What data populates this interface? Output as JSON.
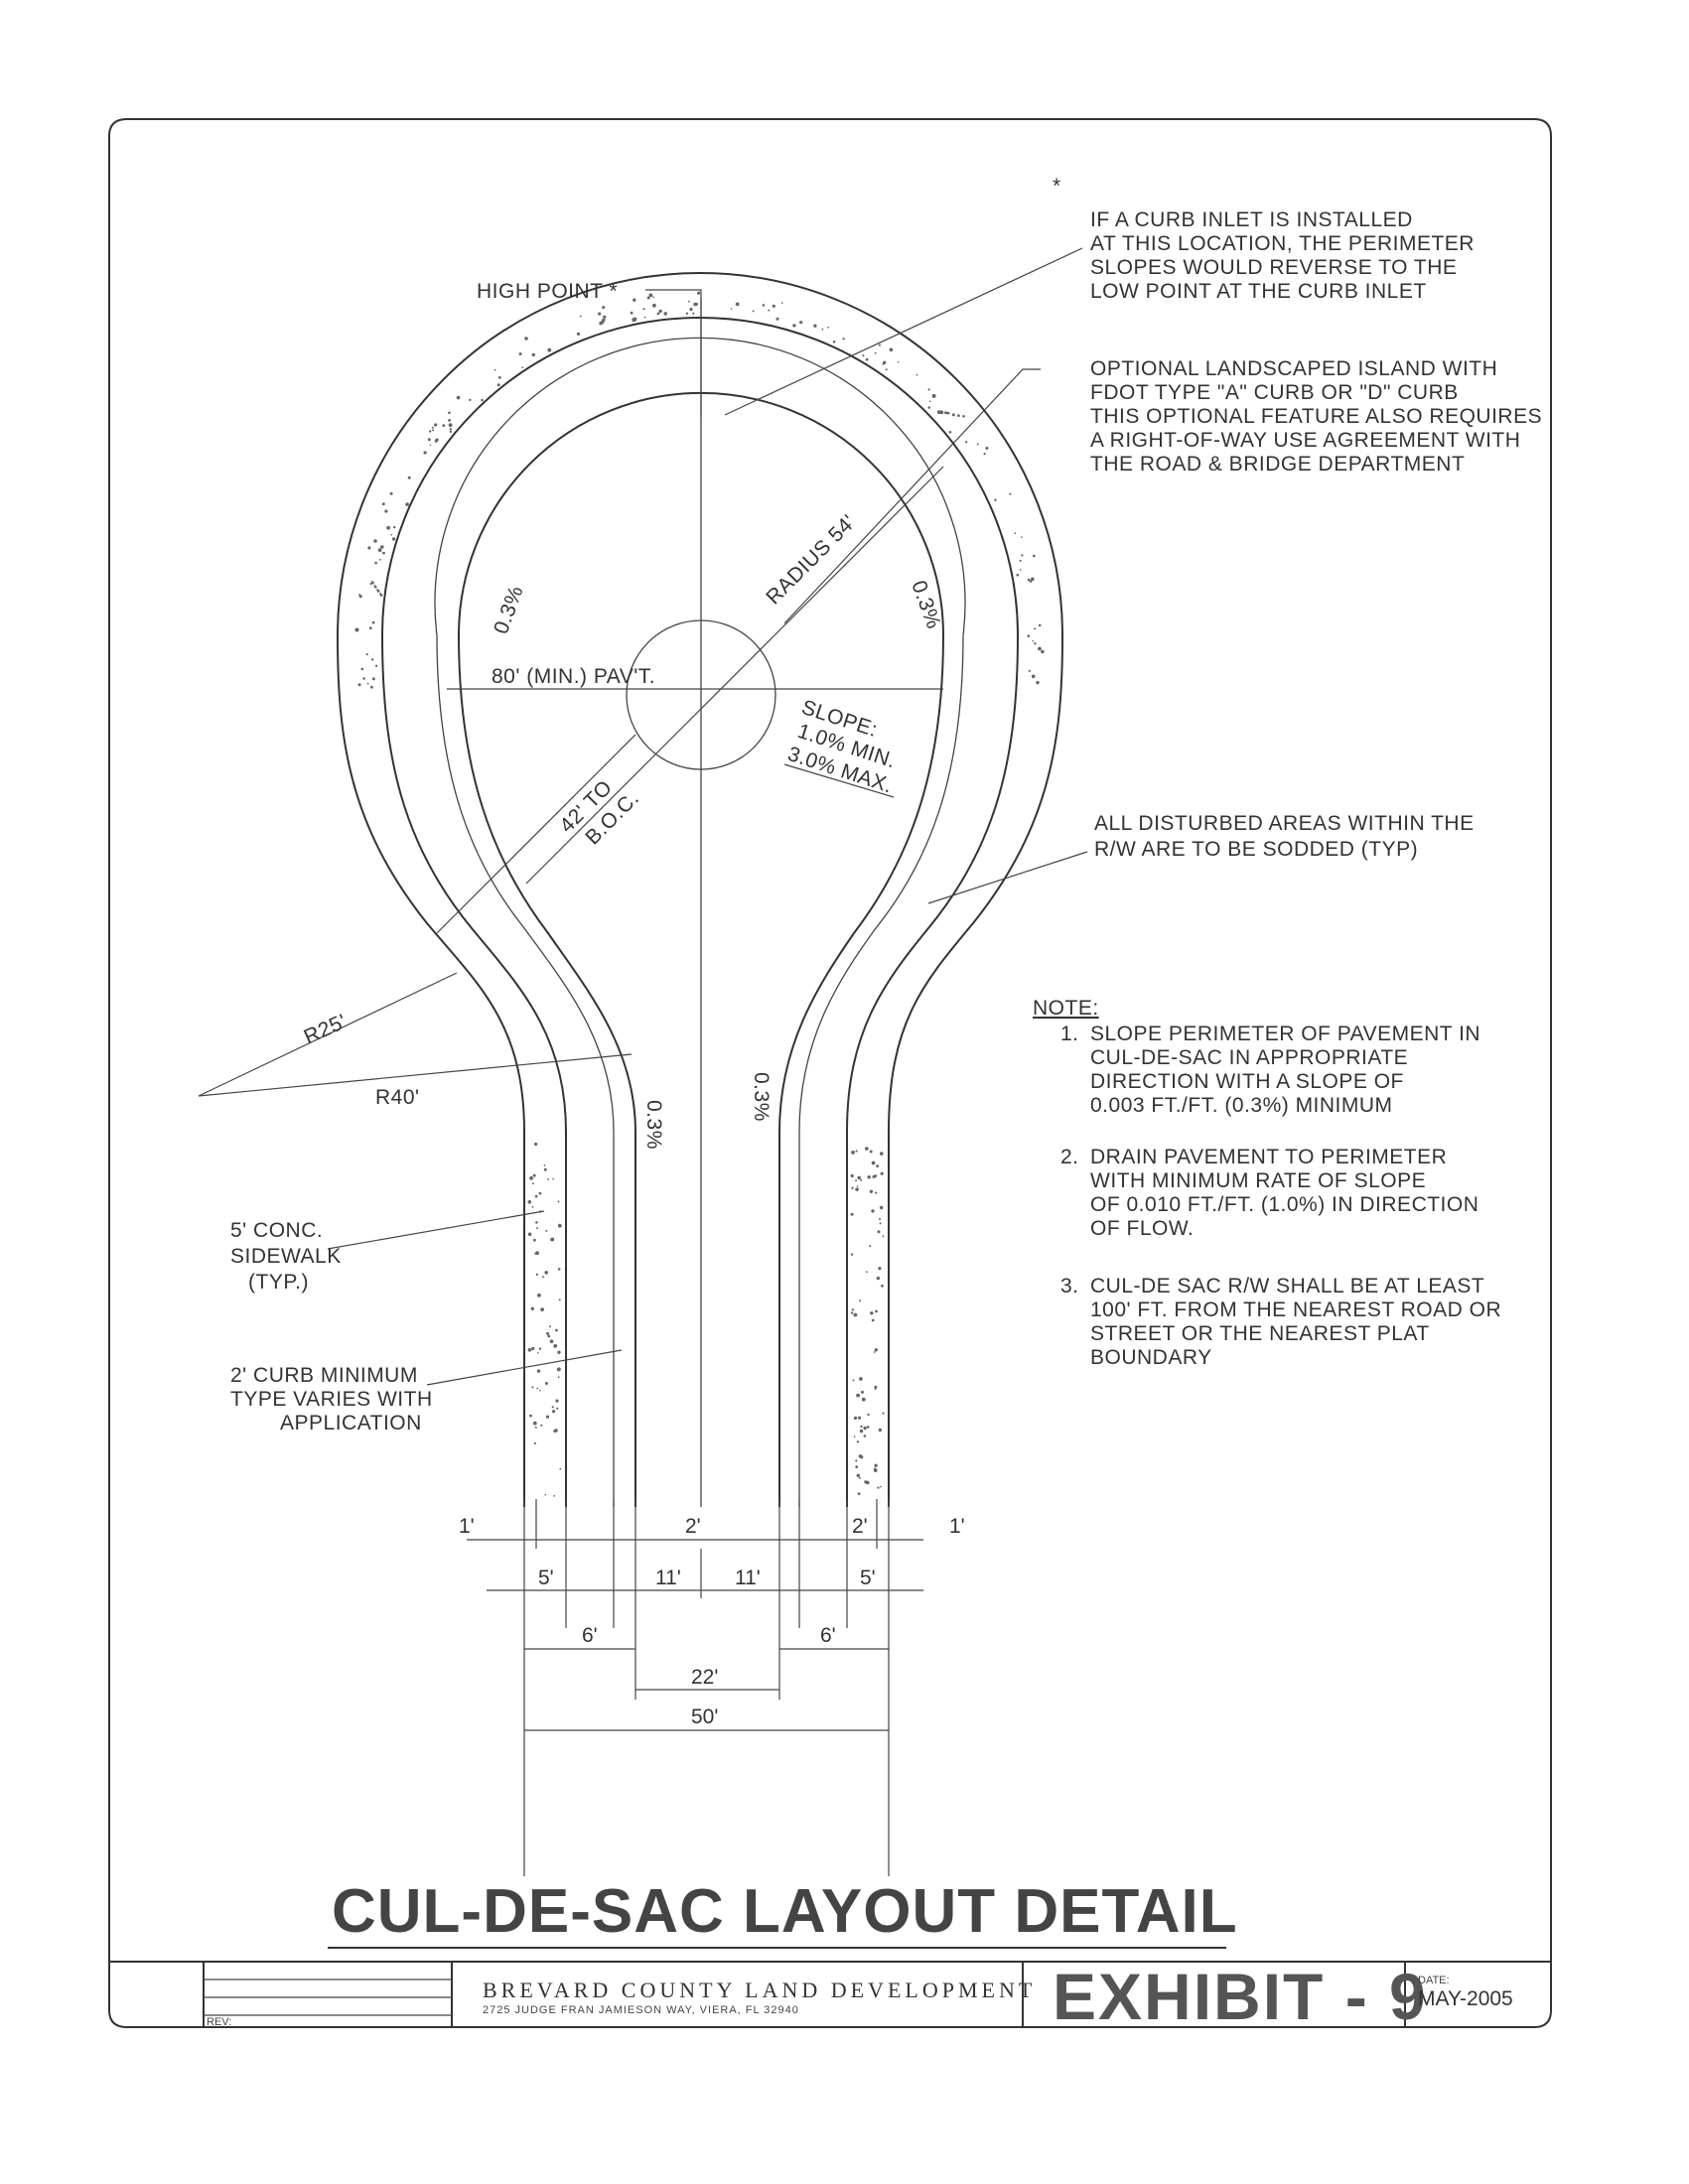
{
  "title": "CUL-DE-SAC LAYOUT DETAIL",
  "exhibit": "EXHIBIT - 9",
  "date_label": "DATE:",
  "date": "MAY-2005",
  "rev_label": "REV:",
  "organization": "BREVARD COUNTY LAND DEVELOPMENT",
  "address": "2725 JUDGE FRAN JAMIESON WAY, VIERA, FL 32940",
  "asterisk": "*",
  "callouts": {
    "high_point": "HIGH POINT *",
    "curb_inlet": [
      "IF A CURB INLET IS INSTALLED",
      "AT THIS LOCATION, THE PERIMETER",
      "SLOPES WOULD REVERSE TO THE",
      "LOW POINT AT THE CURB INLET"
    ],
    "island": [
      "OPTIONAL LANDSCAPED ISLAND WITH",
      "FDOT TYPE \"A\" CURB OR \"D\" CURB",
      "THIS OPTIONAL FEATURE ALSO REQUIRES",
      "A RIGHT-OF-WAY USE AGREEMENT WITH",
      "THE ROAD & BRIDGE DEPARTMENT"
    ],
    "sodded": [
      "ALL DISTURBED AREAS WITHIN THE",
      "R/W ARE TO BE SODDED (TYP)"
    ],
    "sidewalk": [
      "5' CONC.",
      "SIDEWALK",
      "(TYP.)"
    ],
    "curb": [
      "2' CURB MINIMUM",
      "TYPE VARIES WITH",
      "APPLICATION"
    ],
    "r25": "R25'",
    "r40": "R40'"
  },
  "labels": {
    "radius": "RADIUS 54'",
    "pavement": "80' (MIN.) PAV'T.",
    "slope_left": "0.3%",
    "slope_right": "0.3%",
    "slope_leg_left": "0.3%",
    "slope_leg_right": "0.3%",
    "slope_title": "SLOPE:",
    "slope_min": "1.0% MIN.",
    "slope_max": "3.0% MAX.",
    "boc_1": "42' TO",
    "boc_2": "B.O.C."
  },
  "note": {
    "heading": "NOTE:",
    "items": [
      {
        "num": "1.",
        "lines": [
          "SLOPE PERIMETER OF PAVEMENT IN",
          "CUL-DE-SAC IN APPROPRIATE",
          "DIRECTION WITH A SLOPE OF",
          "0.003 FT./FT. (0.3%) MINIMUM"
        ]
      },
      {
        "num": "2.",
        "lines": [
          "DRAIN PAVEMENT TO PERIMETER",
          "WITH MINIMUM RATE OF SLOPE",
          "OF 0.010 FT./FT. (1.0%) IN DIRECTION",
          "OF FLOW."
        ]
      },
      {
        "num": "3.",
        "lines": [
          "CUL-DE SAC R/W SHALL BE AT LEAST",
          "100' FT. FROM THE NEAREST ROAD OR",
          "STREET OR THE NEAREST PLAT",
          "BOUNDARY"
        ]
      }
    ]
  },
  "dims": {
    "one_left": "1'",
    "two_left": "2'",
    "two_right": "2'",
    "one_right": "1'",
    "five_left": "5'",
    "eleven_left": "11'",
    "eleven_right": "11'",
    "five_right": "5'",
    "six_left": "6'",
    "six_right": "6'",
    "twentytwo": "22'",
    "fifty": "50'"
  }
}
